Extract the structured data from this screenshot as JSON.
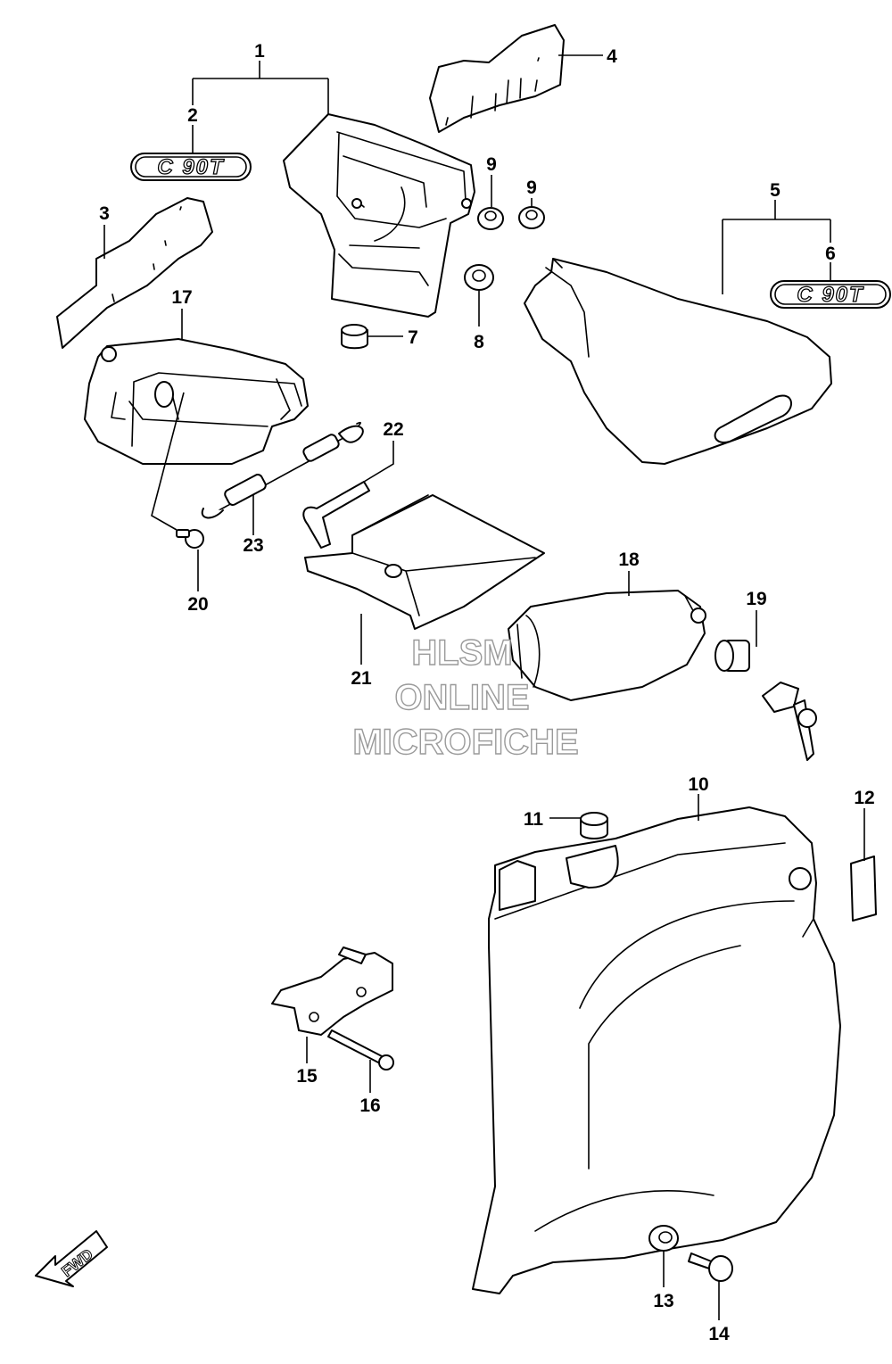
{
  "diagram": {
    "callouts": [
      "1",
      "2",
      "3",
      "4",
      "5",
      "6",
      "7",
      "8",
      "9",
      "9",
      "10",
      "11",
      "12",
      "13",
      "14",
      "15",
      "16",
      "17",
      "18",
      "19",
      "20",
      "21",
      "22",
      "23"
    ],
    "badge_text": "C 90T",
    "direction_label": "FWD",
    "watermark": {
      "line1": "HLSM",
      "line2": "ONLINE",
      "line3": "MICROFICHE"
    }
  }
}
